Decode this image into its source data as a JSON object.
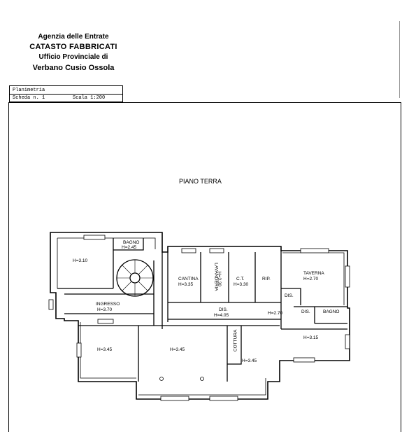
{
  "header": {
    "line1": "Agenzia delle Entrate",
    "line2": "CATASTO FABBRICATI",
    "line3": "Ufficio Provinciale di",
    "line4": "Verbano Cusio Ossola"
  },
  "meta": {
    "type": "Planimetria",
    "sheet": "Scheda n. 1",
    "scale": "Scala 1:200"
  },
  "plan": {
    "title": "PIANO TERRA",
    "rooms": {
      "r1": "H=3.10",
      "bagno1_name": "BAGNO",
      "bagno1_h": "H=2.45",
      "ingresso_name": "INGRESSO",
      "ingresso_h": "H=3.70",
      "cantina_name": "CANTINA",
      "cantina_h": "H=3.35",
      "lavanderia_name": "LAVANDERIA",
      "lavanderia_h": "H=3.30",
      "ct_name": "C.T.",
      "ct_h": "H=3.30",
      "rip_name": "RIP.",
      "taverna_name": "TAVERNA",
      "taverna_h": "H=2.70",
      "dis1": "DIS.",
      "dis2_name": "DIS.",
      "dis2_h": "H=4.05",
      "h270": "H=2.70",
      "dis3": "DIS.",
      "bagno2_name": "BAGNO",
      "r_left": "H=3.45",
      "r_center": "H=3.45",
      "cottura_name": "COTTURA",
      "cottura_h": "H=3.45",
      "r_right": "H=3.15"
    }
  }
}
